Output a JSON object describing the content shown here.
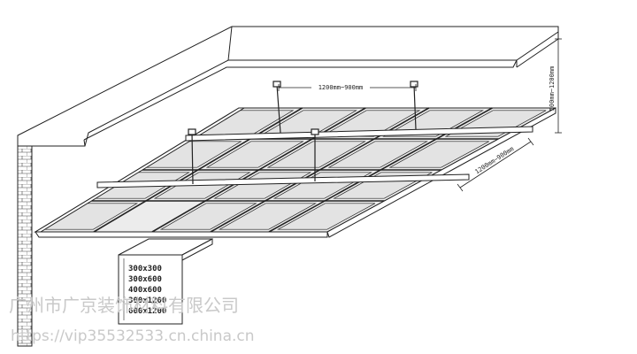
{
  "dimensions": {
    "top_span": "1200mm~900mm",
    "side_span": "1200mm~900mm",
    "drop_height": "500mm~1200mm"
  },
  "panel_sizes": [
    "300x300",
    "300x600",
    "400x600",
    "300x1200",
    "600x1200"
  ],
  "watermark": {
    "company": "广州市广京装饰材料有限公司",
    "url": "https://vip35532533.cn.china.cn"
  },
  "colors": {
    "line": "#222222",
    "panel_fill": "#e3e3e3",
    "watermark": "#c9c9c9"
  }
}
